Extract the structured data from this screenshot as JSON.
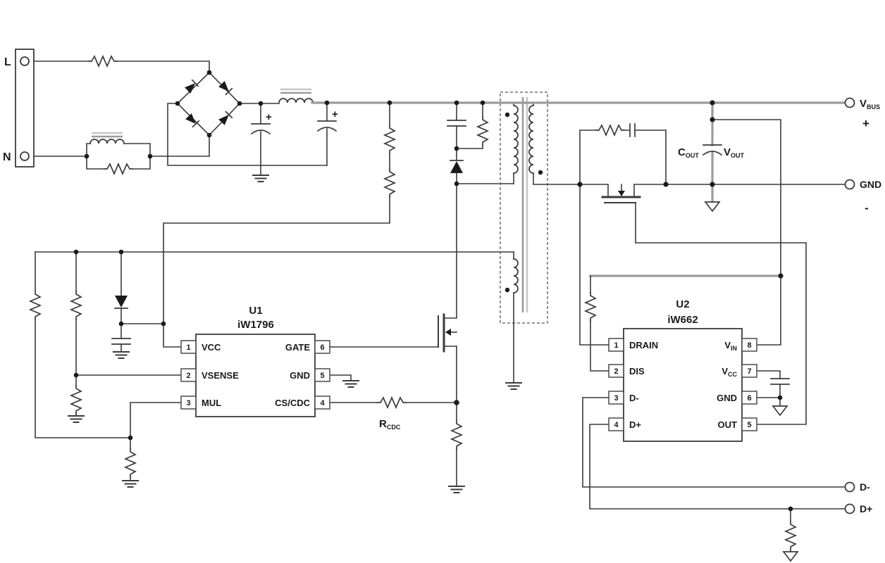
{
  "colors": {
    "wire": "#3a3a3a",
    "bus": "#9b9b9b",
    "core": "#c6c6c6"
  },
  "input_terminals": {
    "line": "L",
    "neutral": "N"
  },
  "output_terminals": {
    "vbus": {
      "main": "V",
      "sub": "BUS",
      "polarity": "+"
    },
    "gnd": {
      "label": "GND",
      "polarity": "-"
    },
    "dminus": {
      "label": "D-"
    },
    "dplus": {
      "label": "D+"
    }
  },
  "components": {
    "c_out": {
      "main": "C",
      "sub": "OUT"
    },
    "v_out": {
      "main": "V",
      "sub": "OUT"
    },
    "r_cdc": {
      "main": "R",
      "sub": "CDC"
    },
    "bulk_cap1_plus": "+",
    "bulk_cap2_plus": "+"
  },
  "chips": {
    "u1": {
      "ref": "U1",
      "part": "iW1796",
      "left_pins": [
        {
          "num": "1",
          "name": "VCC"
        },
        {
          "num": "2",
          "name": "VSENSE"
        },
        {
          "num": "3",
          "name": "MUL"
        }
      ],
      "right_pins": [
        {
          "num": "6",
          "name": "GATE"
        },
        {
          "num": "5",
          "name": "GND"
        },
        {
          "num": "4",
          "name": "CS/CDC"
        }
      ]
    },
    "u2": {
      "ref": "U2",
      "part": "iW662",
      "left_pins": [
        {
          "num": "1",
          "name": "DRAIN"
        },
        {
          "num": "2",
          "name": "DIS"
        },
        {
          "num": "3",
          "name": "D-"
        },
        {
          "num": "4",
          "name": "D+"
        }
      ],
      "right_pins": [
        {
          "num": "8",
          "name": "V",
          "sub": "IN"
        },
        {
          "num": "7",
          "name": "V",
          "sub": "CC"
        },
        {
          "num": "6",
          "name": "GND",
          "sub": ""
        },
        {
          "num": "5",
          "name": "OUT",
          "sub": ""
        }
      ]
    }
  }
}
